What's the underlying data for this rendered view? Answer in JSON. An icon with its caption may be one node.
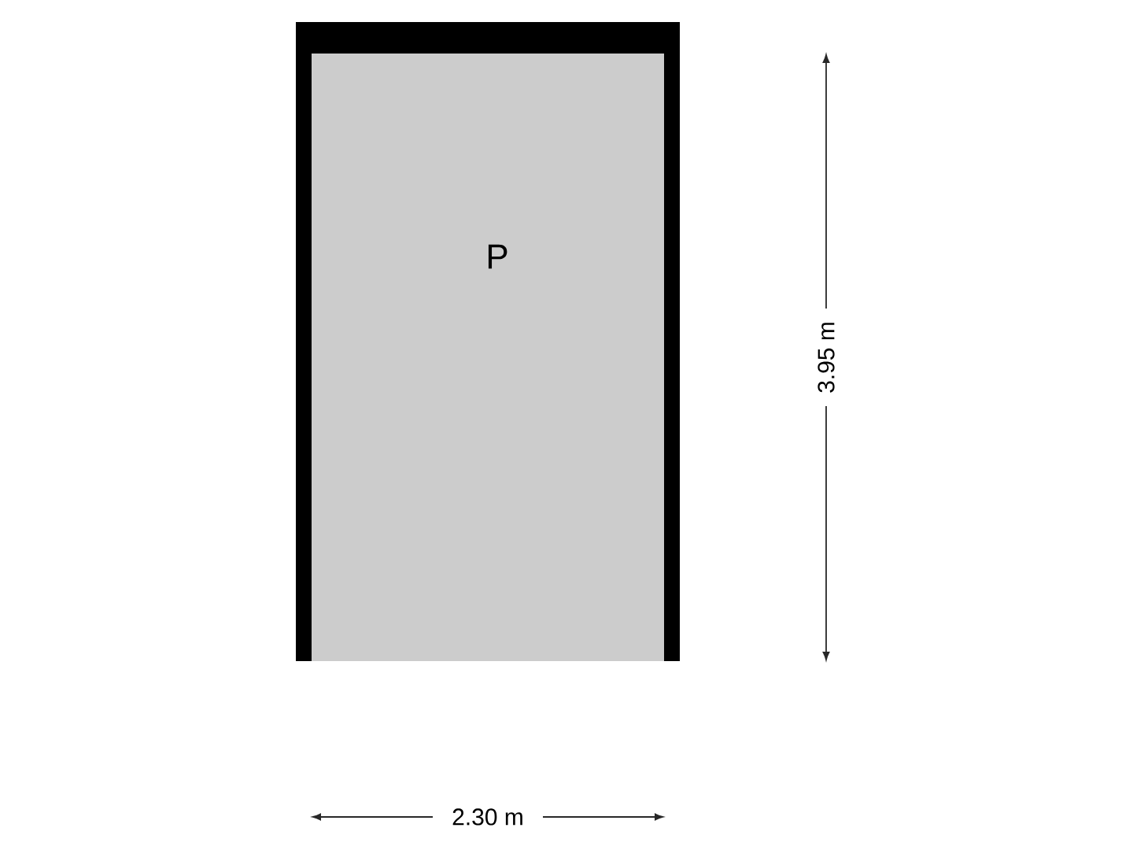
{
  "diagram": {
    "nodes": [
      {
        "text": [
          "P"
        ]
      }
    ],
    "labels": [
      "3.95 m",
      "2.30 m"
    ]
  }
}
